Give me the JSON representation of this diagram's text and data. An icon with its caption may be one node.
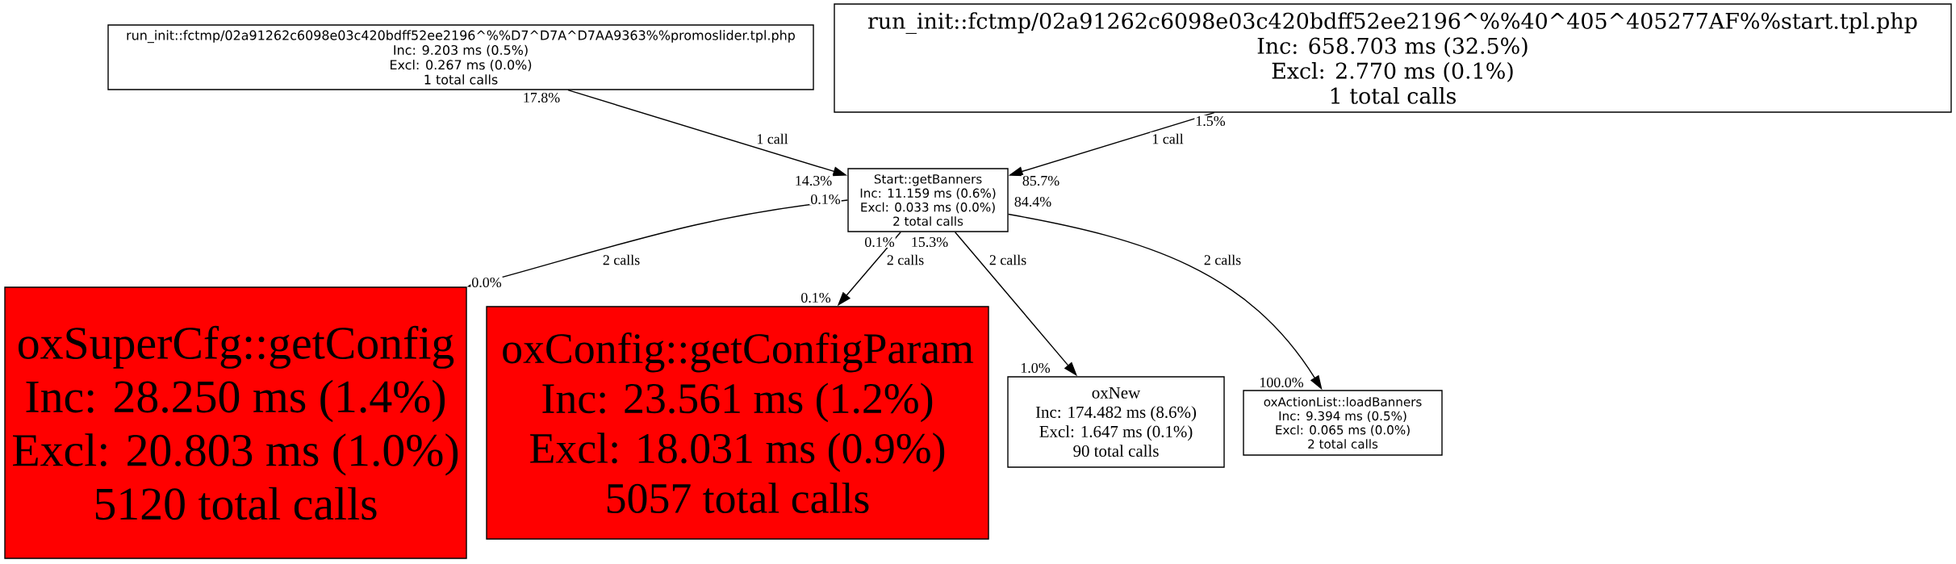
{
  "diagram": {
    "nodes": [
      {
        "text": [
          "run_init::fctmp/02a91262c6098e03c420bdff52ee2196^%%D7^D7A^D7AA9363%%promoslider.tpl.php",
          "Inc: 9.203 ms (0.5%)",
          "Excl: 0.267 ms (0.0%)",
          "1 total calls"
        ]
      },
      {
        "text": [
          "run_init::fctmp/02a91262c6098e03c420bdff52ee2196^%%40^405^405277AF%%start.tpl.php",
          "Inc: 658.703 ms (32.5%)",
          "Excl: 2.770 ms (0.1%)",
          "1 total calls"
        ]
      },
      {
        "text": [
          "Start::getBanners",
          "Inc: 11.159 ms (0.6%)",
          "Excl: 0.033 ms (0.0%)",
          "2 total calls"
        ]
      },
      {
        "text": [
          "oxSuperCfg::getConfig",
          "Inc: 28.250 ms (1.4%)",
          "Excl: 20.803 ms (1.0%)",
          "5120 total calls"
        ]
      },
      {
        "text": [
          "oxConfig::getConfigParam",
          "Inc: 23.561 ms (1.2%)",
          "Excl: 18.031 ms (0.9%)",
          "5057 total calls"
        ]
      },
      {
        "text": [
          "oxNew",
          "Inc: 174.482 ms (8.6%)",
          "Excl: 1.647 ms (0.1%)",
          "90 total calls"
        ]
      },
      {
        "text": [
          "oxActionList::loadBanners",
          "Inc: 9.394 ms (0.5%)",
          "Excl: 0.065 ms (0.0%)",
          "2 total calls"
        ]
      }
    ],
    "edges": [
      {
        "from": 0,
        "to": 2,
        "arrow": "to",
        "label": "1 call"
      },
      {
        "from": 1,
        "to": 2,
        "arrow": "to",
        "label": "1 call"
      },
      {
        "from": 2,
        "to": 3,
        "arrow": "to",
        "label": "2 calls"
      },
      {
        "from": 2,
        "to": 4,
        "arrow": "to",
        "label": "2 calls"
      },
      {
        "from": 2,
        "to": 5,
        "arrow": "to",
        "label": "2 calls"
      },
      {
        "from": 2,
        "to": 6,
        "arrow": "to",
        "label": "2 calls"
      }
    ],
    "labels": [
      "17.8%",
      "1.5%",
      "14.3%",
      "85.7%",
      "0.1%",
      "84.4%",
      "0.1%",
      "15.3%",
      "0.0%",
      "0.1%",
      "1.0%",
      "100.0%"
    ]
  }
}
